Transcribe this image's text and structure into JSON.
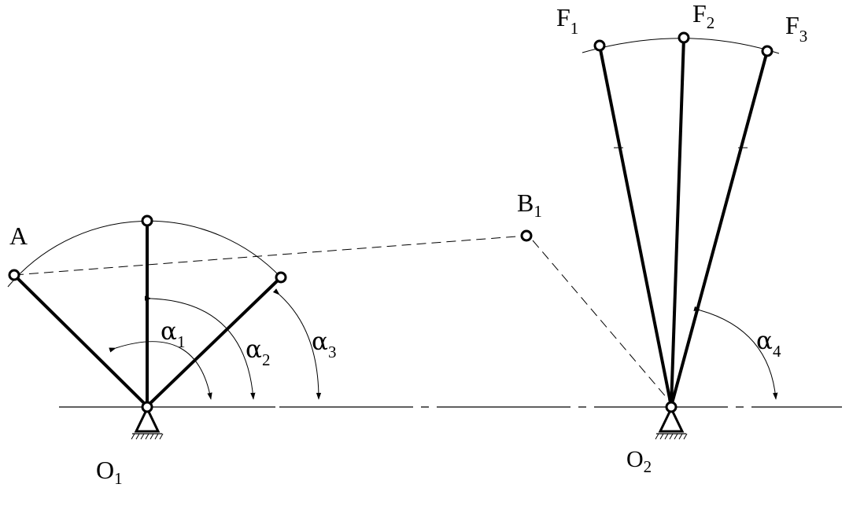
{
  "labels": {
    "A": "A",
    "O1_main": "O",
    "O1_sub": "1",
    "O2_main": "O",
    "O2_sub": "2",
    "B1_main": "B",
    "B1_sub": "1",
    "F1_main": "F",
    "F1_sub": "1",
    "F2_main": "F",
    "F2_sub": "2",
    "F3_main": "F",
    "F3_sub": "3",
    "a1_main": "α",
    "a1_sub": "1",
    "a2_main": "α",
    "a2_sub": "2",
    "a3_main": "α",
    "a3_sub": "3",
    "a4_main": "α",
    "a4_sub": "4"
  },
  "colors": {
    "ink": "#000000",
    "paper": "#ffffff"
  }
}
